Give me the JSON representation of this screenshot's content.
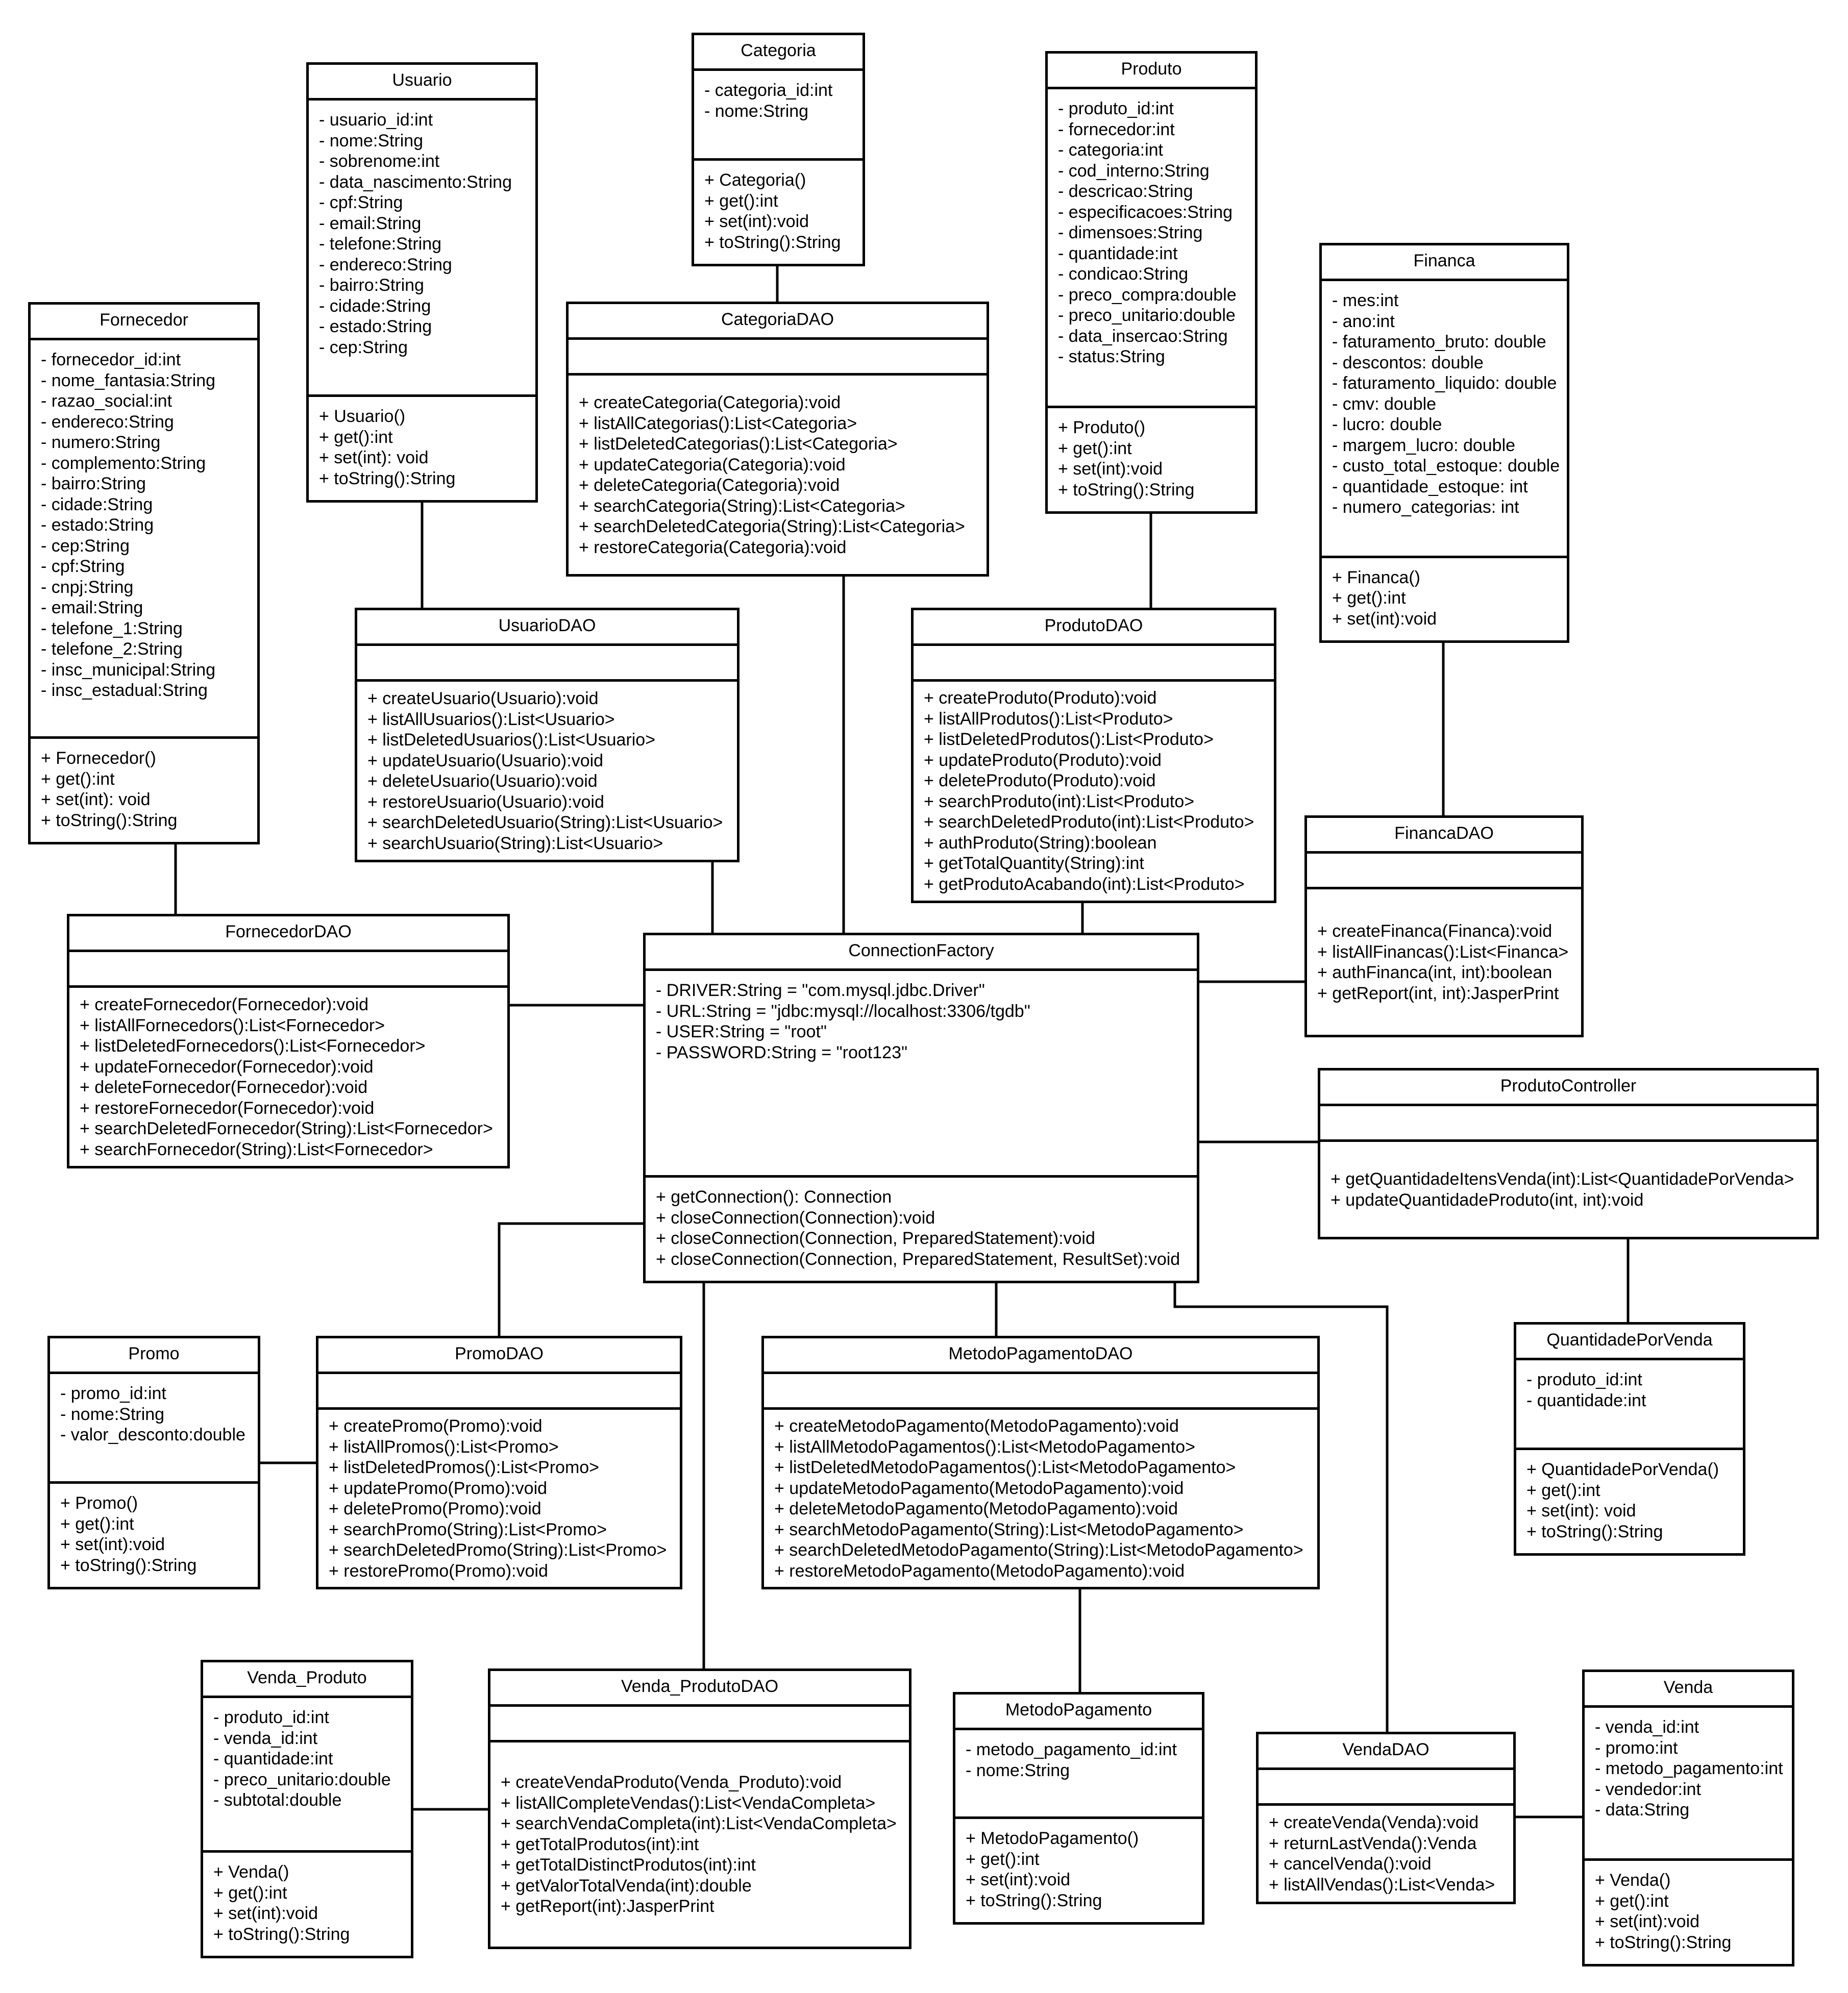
{
  "classes": {
    "categoria": {
      "name": "Categoria",
      "attributes": [
        "- categoria_id:int",
        "- nome:String"
      ],
      "methods": [
        "+ Categoria()",
        "+ get():int",
        "+ set(int):void",
        "+ toString():String"
      ]
    },
    "usuario": {
      "name": "Usuario",
      "attributes": [
        "- usuario_id:int",
        "- nome:String",
        "- sobrenome:int",
        "- data_nascimento:String",
        "- cpf:String",
        "- email:String",
        "- telefone:String",
        "- endereco:String",
        "- bairro:String",
        "- cidade:String",
        "- estado:String",
        "- cep:String"
      ],
      "methods": [
        "+ Usuario()",
        "+ get():int",
        "+ set(int): void",
        "+ toString():String"
      ]
    },
    "produto": {
      "name": "Produto",
      "attributes": [
        "- produto_id:int",
        "- fornecedor:int",
        "- categoria:int",
        "- cod_interno:String",
        "- descricao:String",
        "- especificacoes:String",
        "- dimensoes:String",
        "- quantidade:int",
        "- condicao:String",
        "- preco_compra:double",
        "- preco_unitario:double",
        "- data_insercao:String",
        "- status:String"
      ],
      "methods": [
        "+ Produto()",
        "+ get():int",
        "+ set(int):void",
        "+ toString():String"
      ]
    },
    "financa": {
      "name": "Financa",
      "attributes": [
        "- mes:int",
        "- ano:int",
        "- faturamento_bruto: double",
        "- descontos: double",
        "- faturamento_liquido: double",
        "- cmv: double",
        "- lucro: double",
        "- margem_lucro: double",
        "- custo_total_estoque: double",
        "- quantidade_estoque: int",
        "- numero_categorias: int"
      ],
      "methods": [
        "+ Financa()",
        "+ get():int",
        "+ set(int):void"
      ]
    },
    "fornecedor": {
      "name": "Fornecedor",
      "attributes": [
        "- fornecedor_id:int",
        "- nome_fantasia:String",
        "- razao_social:int",
        "- endereco:String",
        "- numero:String",
        "- complemento:String",
        "- bairro:String",
        "- cidade:String",
        "- estado:String",
        "- cep:String",
        "- cpf:String",
        "- cnpj:String",
        "- email:String",
        "- telefone_1:String",
        "- telefone_2:String",
        "- insc_municipal:String",
        "- insc_estadual:String"
      ],
      "methods": [
        "+ Fornecedor()",
        "+ get():int",
        "+ set(int): void",
        "+ toString():String"
      ]
    },
    "categoria_dao": {
      "name": "CategoriaDAO",
      "attributes": [],
      "methods": [
        "+ createCategoria(Categoria):void",
        "+ listAllCategorias():List<Categoria>",
        "+ listDeletedCategorias():List<Categoria>",
        "+ updateCategoria(Categoria):void",
        "+ deleteCategoria(Categoria):void",
        "+ searchCategoria(String):List<Categoria>",
        "+ searchDeletedCategoria(String):List<Categoria>",
        "+ restoreCategoria(Categoria):void"
      ]
    },
    "usuario_dao": {
      "name": "UsuarioDAO",
      "attributes": [],
      "methods": [
        "+ createUsuario(Usuario):void",
        "+ listAllUsuarios():List<Usuario>",
        "+ listDeletedUsuarios():List<Usuario>",
        "+ updateUsuario(Usuario):void",
        "+ deleteUsuario(Usuario):void",
        "+ restoreUsuario(Usuario):void",
        "+ searchDeletedUsuario(String):List<Usuario>",
        "+ searchUsuario(String):List<Usuario>"
      ]
    },
    "produto_dao": {
      "name": "ProdutoDAO",
      "attributes": [],
      "methods": [
        "+ createProduto(Produto):void",
        "+ listAllProdutos():List<Produto>",
        "+ listDeletedProdutos():List<Produto>",
        "+ updateProduto(Produto):void",
        "+ deleteProduto(Produto):void",
        "+ searchProduto(int):List<Produto>",
        "+ searchDeletedProduto(int):List<Produto>",
        "+ authProduto(String):boolean",
        "+ getTotalQuantity(String):int",
        "+ getProdutoAcabando(int):List<Produto>"
      ]
    },
    "financa_dao": {
      "name": "FinancaDAO",
      "attributes": [],
      "methods": [
        "+ createFinanca(Financa):void",
        "+ listAllFinancas():List<Financa>",
        "+ authFinanca(int, int):boolean",
        "+ getReport(int, int):JasperPrint"
      ]
    },
    "fornecedor_dao": {
      "name": "FornecedorDAO",
      "attributes": [],
      "methods": [
        "+ createFornecedor(Fornecedor):void",
        "+ listAllFornecedors():List<Fornecedor>",
        "+ listDeletedFornecedors():List<Fornecedor>",
        "+ updateFornecedor(Fornecedor):void",
        "+ deleteFornecedor(Fornecedor):void",
        "+ restoreFornecedor(Fornecedor):void",
        "+ searchDeletedFornecedor(String):List<Fornecedor>",
        "+ searchFornecedor(String):List<Fornecedor>"
      ]
    },
    "connection_factory": {
      "name": "ConnectionFactory",
      "attributes": [
        "- DRIVER:String = \"com.mysql.jdbc.Driver\"",
        "- URL:String = \"jdbc:mysql://localhost:3306/tgdb\"",
        "- USER:String = \"root\"",
        "- PASSWORD:String = \"root123\""
      ],
      "methods": [
        "+ getConnection(): Connection",
        "+ closeConnection(Connection):void",
        "+ closeConnection(Connection, PreparedStatement):void",
        "+ closeConnection(Connection, PreparedStatement, ResultSet):void"
      ]
    },
    "produto_controller": {
      "name": "ProdutoController",
      "attributes": [],
      "methods": [
        "+ getQuantidadeItensVenda(int):List<QuantidadePorVenda>",
        "+ updateQuantidadeProduto(int, int):void"
      ]
    },
    "quantidade_por_venda": {
      "name": "QuantidadePorVenda",
      "attributes": [
        "- produto_id:int",
        "- quantidade:int"
      ],
      "methods": [
        "+ QuantidadePorVenda()",
        "+ get():int",
        "+ set(int): void",
        "+ toString():String"
      ]
    },
    "promo": {
      "name": "Promo",
      "attributes": [
        "- promo_id:int",
        "- nome:String",
        "- valor_desconto:double"
      ],
      "methods": [
        "+ Promo()",
        "+ get():int",
        "+ set(int):void",
        "+ toString():String"
      ]
    },
    "promo_dao": {
      "name": "PromoDAO",
      "attributes": [],
      "methods": [
        "+ createPromo(Promo):void",
        "+ listAllPromos():List<Promo>",
        "+ listDeletedPromos():List<Promo>",
        "+ updatePromo(Promo):void",
        "+ deletePromo(Promo):void",
        "+ searchPromo(String):List<Promo>",
        "+ searchDeletedPromo(String):List<Promo>",
        "+ restorePromo(Promo):void"
      ]
    },
    "metodo_pagamento_dao": {
      "name": "MetodoPagamentoDAO",
      "attributes": [],
      "methods": [
        "+ createMetodoPagamento(MetodoPagamento):void",
        "+ listAllMetodoPagamentos():List<MetodoPagamento>",
        "+ listDeletedMetodoPagamentos():List<MetodoPagamento>",
        "+ updateMetodoPagamento(MetodoPagamento):void",
        "+ deleteMetodoPagamento(MetodoPagamento):void",
        "+ searchMetodoPagamento(String):List<MetodoPagamento>",
        "+ searchDeletedMetodoPagamento(String):List<MetodoPagamento>",
        "+ restoreMetodoPagamento(MetodoPagamento):void"
      ]
    },
    "venda_produto": {
      "name": "Venda_Produto",
      "attributes": [
        "- produto_id:int",
        "- venda_id:int",
        "- quantidade:int",
        "- preco_unitario:double",
        "- subtotal:double"
      ],
      "methods": [
        "+ Venda()",
        "+ get():int",
        "+ set(int):void",
        "+ toString():String"
      ]
    },
    "venda_produto_dao": {
      "name": "Venda_ProdutoDAO",
      "attributes": [],
      "methods": [
        "+ createVendaProduto(Venda_Produto):void",
        "+ listAllCompleteVendas():List<VendaCompleta>",
        "+ searchVendaCompleta(int):List<VendaCompleta>",
        "+ getTotalProdutos(int):int",
        "+ getTotalDistinctProdutos(int):int",
        "+ getValorTotalVenda(int):double",
        "+ getReport(int):JasperPrint"
      ]
    },
    "metodo_pagamento": {
      "name": "MetodoPagamento",
      "attributes": [
        "- metodo_pagamento_id:int",
        "- nome:String"
      ],
      "methods": [
        "+ MetodoPagamento()",
        "+ get():int",
        "+ set(int):void",
        "+ toString():String"
      ]
    },
    "venda_dao": {
      "name": "VendaDAO",
      "attributes": [],
      "methods": [
        "+ createVenda(Venda):void",
        "+ returnLastVenda():Venda",
        "+ cancelVenda():void",
        "+ listAllVendas():List<Venda>"
      ]
    },
    "venda": {
      "name": "Venda",
      "attributes": [
        "- venda_id:int",
        "- promo:int",
        "- metodo_pagamento:int",
        "- vendedor:int",
        "- data:String"
      ],
      "methods": [
        "+ Venda()",
        "+ get():int",
        "+ set(int):void",
        "+ toString():String"
      ]
    }
  }
}
